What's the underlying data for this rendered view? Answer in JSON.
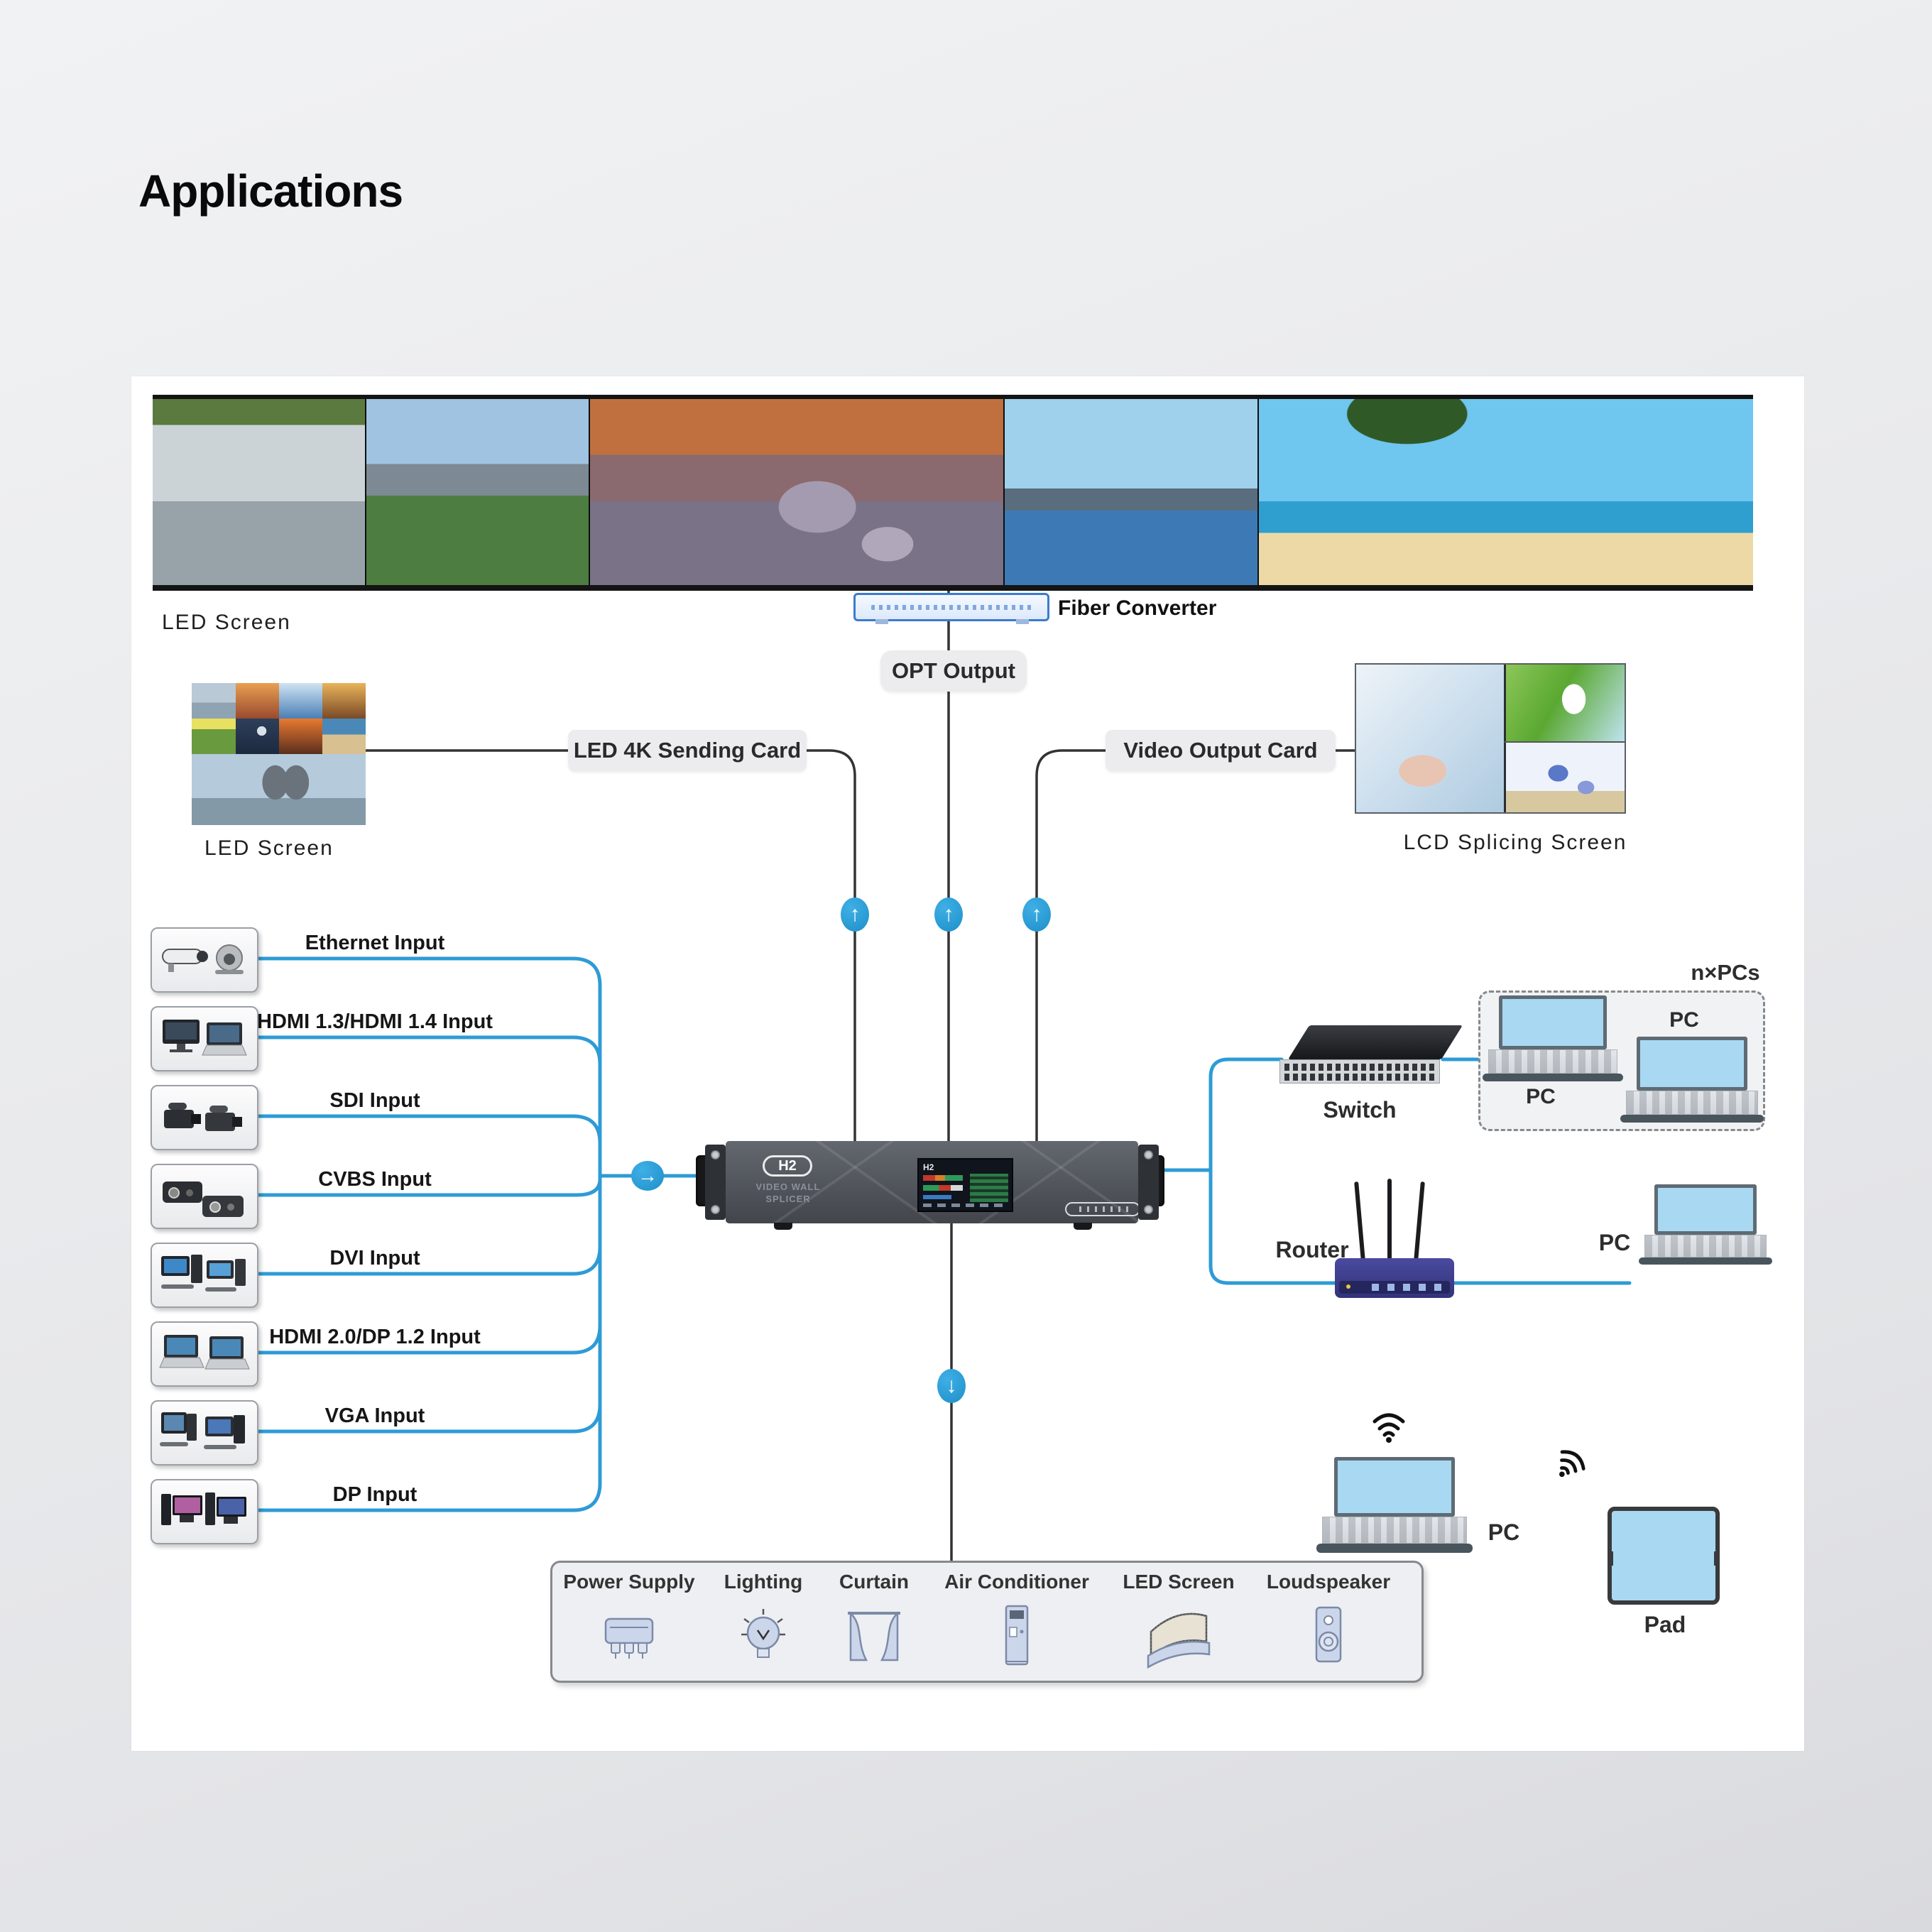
{
  "page": {
    "title": "Applications"
  },
  "colors": {
    "accent_blue": "#2E9BD6",
    "line_dark": "#333333",
    "badge_blue": "#2DA0DC",
    "pill_bg": "#ECECEE"
  },
  "icons": {
    "arrow_up": "↑",
    "arrow_down": "↓",
    "arrow_right": "→",
    "wifi": "wifi-waves"
  },
  "top": {
    "led_screen_caption": "LED Screen",
    "fiber_converter": "Fiber Converter",
    "opt_output": "OPT Output"
  },
  "cards": {
    "sending": "LED 4K Sending Card",
    "output": "Video Output Card"
  },
  "left_screen": {
    "caption": "LED Screen"
  },
  "lcd": {
    "caption": "LCD Splicing Screen"
  },
  "inputs": [
    "Ethernet Input",
    "HDMI 1.3/HDMI 1.4  Input",
    "SDI Input",
    "CVBS Input",
    "DVI Input",
    "HDMI 2.0/DP 1.2 Input",
    "VGA Input",
    "DP Input"
  ],
  "device": {
    "logo": "H2",
    "etched_line1": "VIDEO WALL",
    "etched_line2": "SPLICER",
    "screen_logo": "H2"
  },
  "right": {
    "switch": "Switch",
    "nxpcs": "n×PCs",
    "pc": "PC",
    "router": "Router",
    "pad": "Pad"
  },
  "automation": {
    "items": [
      "Power Supply",
      "Lighting",
      "Curtain",
      "Air Conditioner",
      "LED Screen",
      "Loudspeaker"
    ]
  }
}
